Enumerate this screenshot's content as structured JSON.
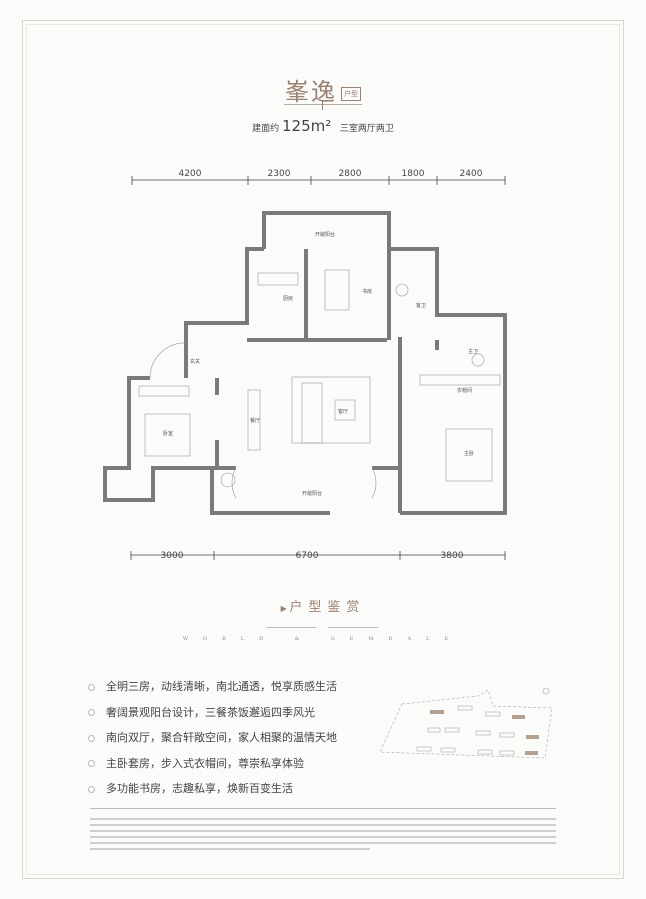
{
  "header": {
    "title": "峯逸",
    "tag": "户型",
    "area_prefix": "建面约",
    "area": "125",
    "area_unit": "m²",
    "layout": "三室两厅两卫"
  },
  "floorplan": {
    "top_dims": [
      "4200",
      "2300",
      "2800",
      "1800",
      "2400"
    ],
    "bottom_dims": [
      "3000",
      "6700",
      "3800"
    ],
    "rooms": {
      "balcony_north": "开敞阳台",
      "kitchen": "厨房",
      "study": "书房",
      "guest_bath": "客卫",
      "master_bath": "主卫",
      "foyer": "玄关",
      "bedroom": "卧室",
      "dining": "餐厅",
      "living": "客厅",
      "closet": "衣帽间",
      "master_bedroom": "主卧",
      "balcony_south": "开敞阳台"
    }
  },
  "section": {
    "title": "户型鉴赏",
    "subtitle": "WORLD & GEMDALE"
  },
  "features": [
    "全明三房，动线清晰，南北通透，悦享质感生活",
    "奢阔景观阳台设计，三餐茶饭邂逅四季风光",
    "南向双厅，聚合轩敞空间，家人相聚的温情天地",
    "主卧套房，步入式衣帽间，尊崇私享体验",
    "多功能书房，志趣私享，焕新百变生活"
  ],
  "colors": {
    "accent": "#9b8270",
    "wall": "#7a7a7a",
    "highlight_building": "#b5a08f"
  }
}
